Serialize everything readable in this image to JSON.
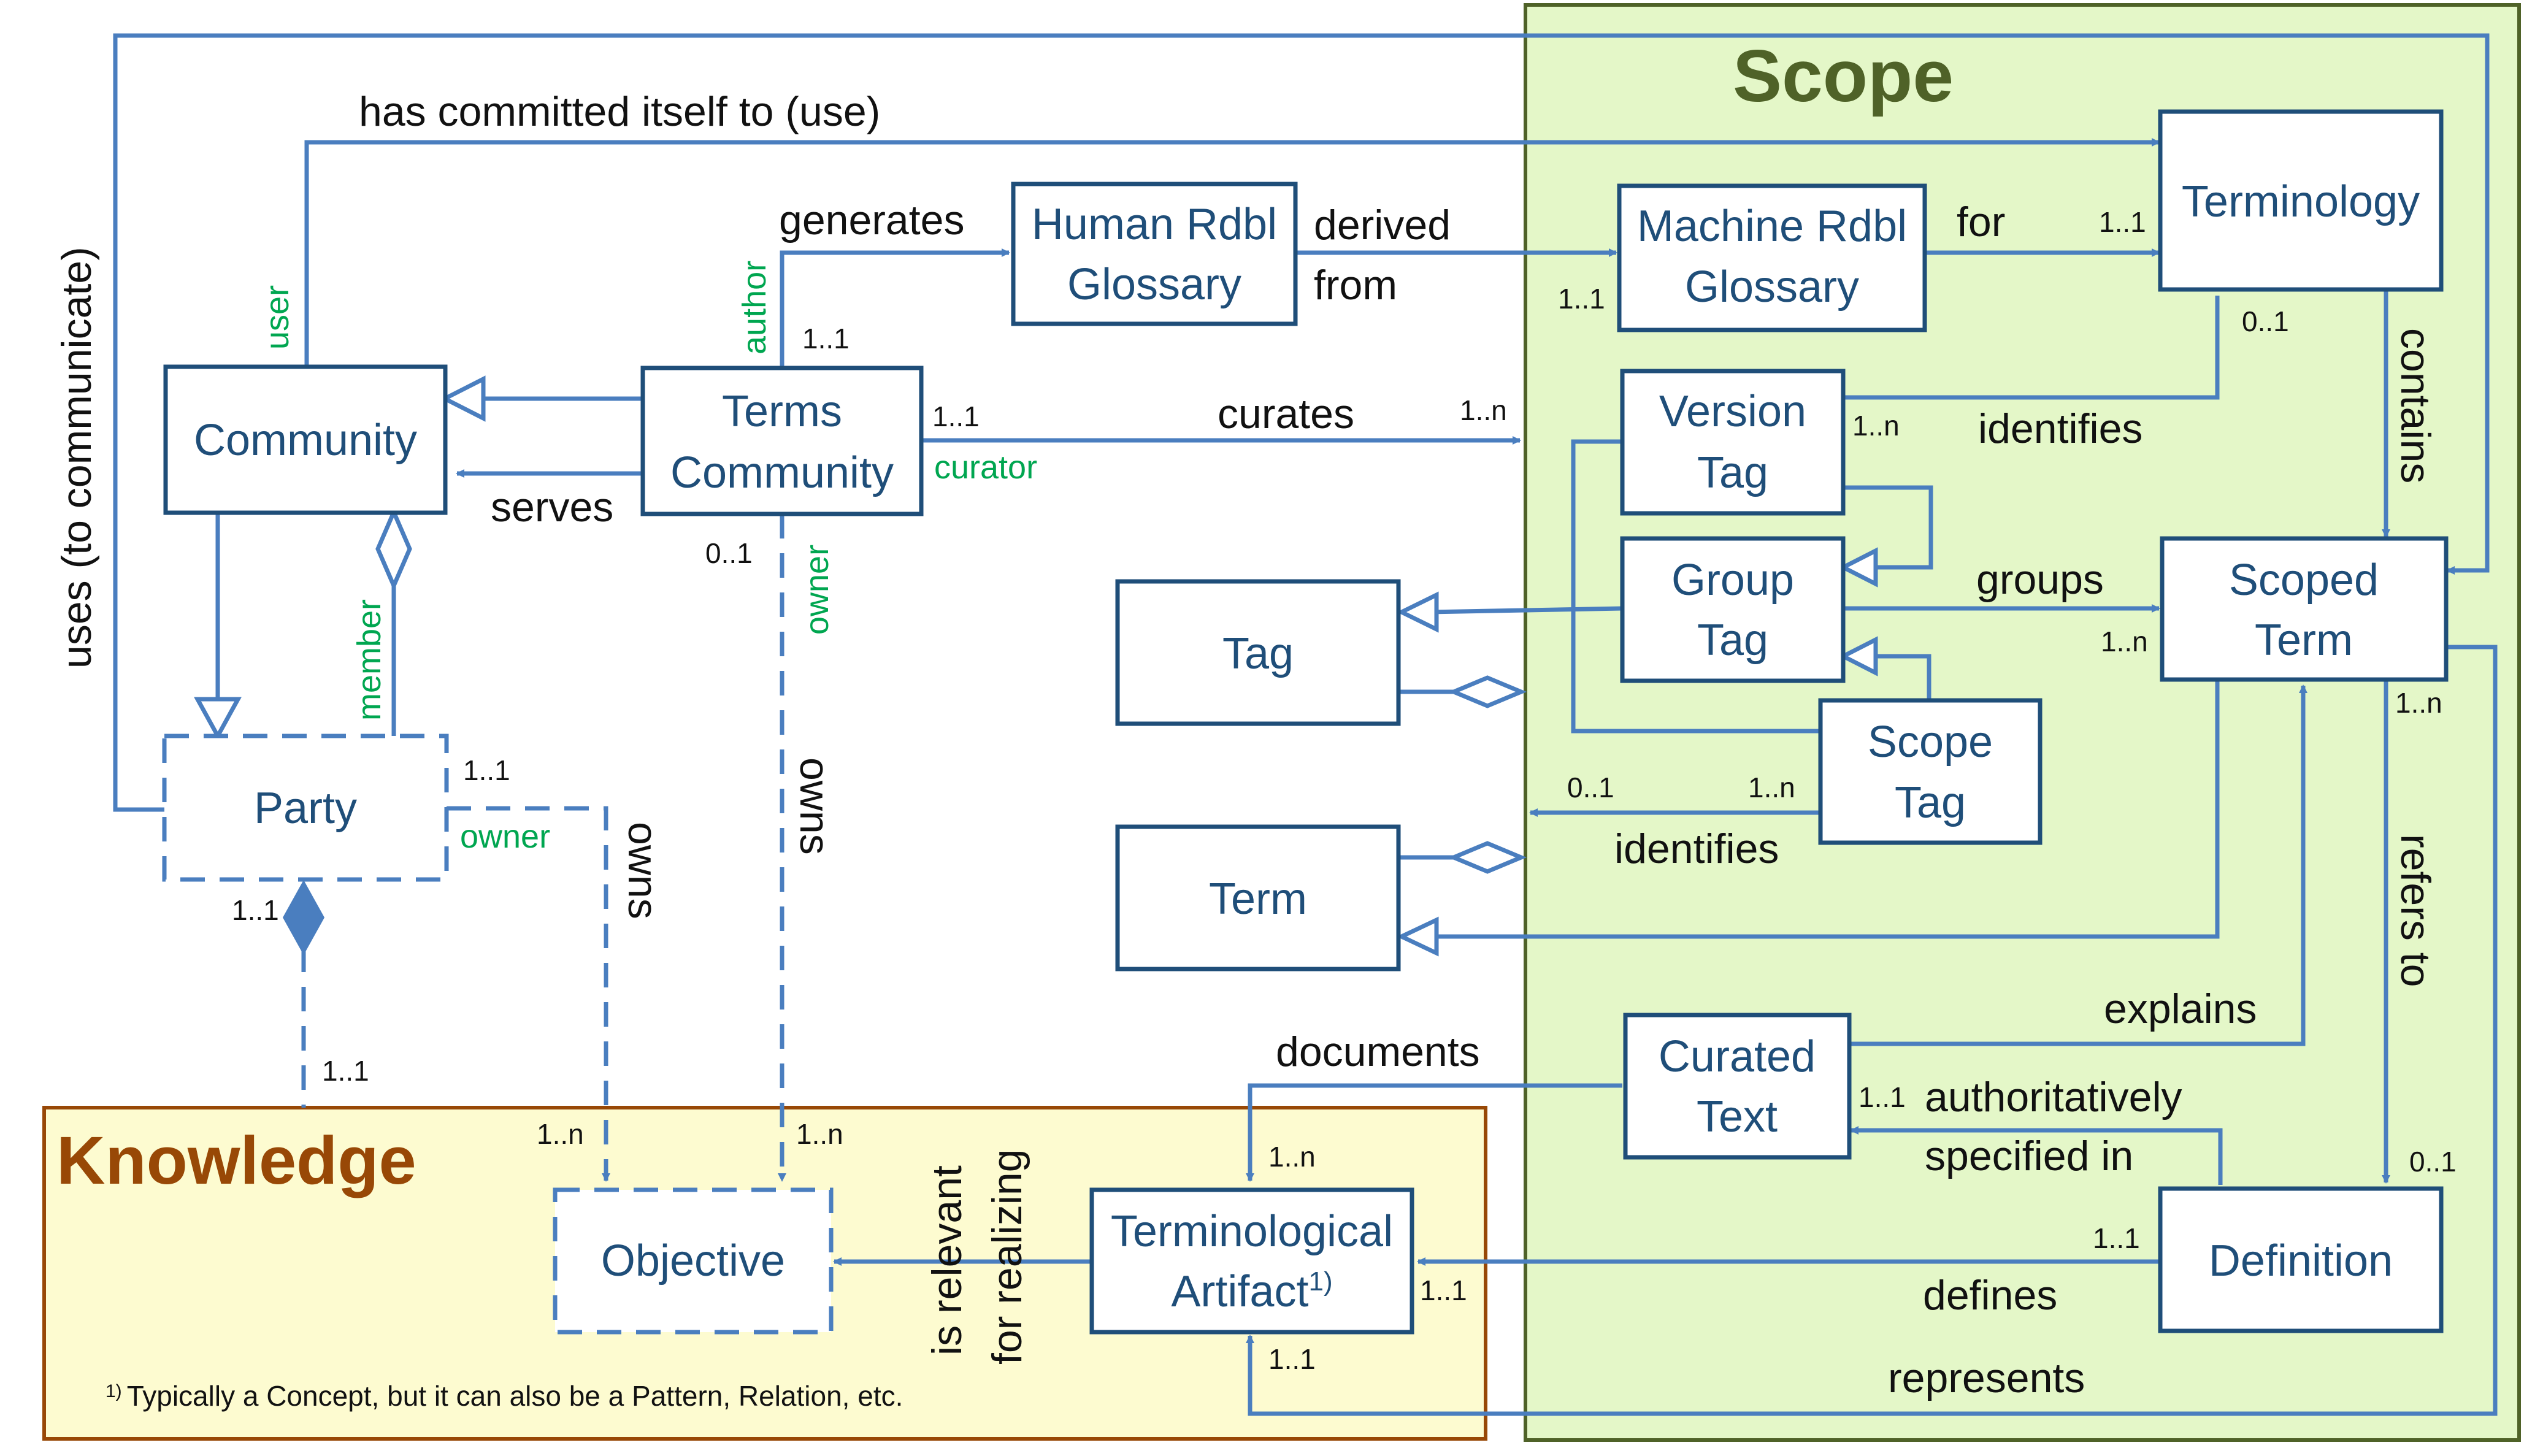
{
  "colors": {
    "box_stroke": "#1f4e79",
    "box_text": "#1f4e79",
    "line": "#4a7ebf",
    "role": "#00a650",
    "scope_fill": "#e4f7c8",
    "scope_stroke": "#4f6228",
    "scope_title": "#4f6228",
    "knowledge_fill": "#fdfbd0",
    "knowledge_stroke": "#984806",
    "knowledge_title": "#984806"
  },
  "regions": {
    "scope": "Scope",
    "knowledge": "Knowledge"
  },
  "boxes": {
    "community": "Community",
    "terms_community_1": "Terms",
    "terms_community_2": "Community",
    "party": "Party",
    "human_glossary_1": "Human Rdbl",
    "human_glossary_2": "Glossary",
    "machine_glossary_1": "Machine Rdbl",
    "machine_glossary_2": "Glossary",
    "terminology": "Terminology",
    "version_tag_1": "Version",
    "version_tag_2": "Tag",
    "group_tag_1": "Group",
    "group_tag_2": "Tag",
    "scope_tag_1": "Scope",
    "scope_tag_2": "Tag",
    "tag": "Tag",
    "term": "Term",
    "scoped_term_1": "Scoped",
    "scoped_term_2": "Term",
    "curated_text_1": "Curated",
    "curated_text_2": "Text",
    "definition": "Definition",
    "objective": "Objective",
    "artifact_1": "Terminological",
    "artifact_2": "Artifact",
    "artifact_sup": "1)"
  },
  "edges": {
    "uses": "uses (to communicate)",
    "committed": "has committed itself to (use)",
    "generates": "generates",
    "derived": "derived",
    "from": "from",
    "for": "for",
    "serves": "serves",
    "curates": "curates",
    "identifies_version": "identifies",
    "contains": "contains",
    "groups": "groups",
    "identifies_scope": "identifies",
    "refers_to": "refers to",
    "owns_party": "owns",
    "owns_tc": "owns",
    "explains": "explains",
    "documents": "documents",
    "auth_1": "authoritatively",
    "auth_2": "specified in",
    "relevant_1": "is relevant",
    "relevant_2": "for realizing",
    "defines": "defines",
    "represents": "represents"
  },
  "roles": {
    "user": "user",
    "author": "author",
    "curator": "curator",
    "owner_tc": "owner",
    "member": "member",
    "owner_party": "owner"
  },
  "multiplicities": {
    "author_1_1": "1..1",
    "tc_curator_1_1": "1..1",
    "curates_1_n": "1..n",
    "tc_owner_0_1": "0..1",
    "party_1_1": "1..1",
    "party_comp_1_1": "1..1",
    "objective_1_1": "1..1",
    "party_objective_1_n": "1..n",
    "tc_objective_1_n": "1..n",
    "machine_1_1": "1..1",
    "terminology_1_1": "1..1",
    "terminology_0_1": "0..1",
    "version_1_n": "1..n",
    "scoped_groups_1_n": "1..n",
    "scope_tag_0_1": "0..1",
    "scope_tag_1_n": "1..n",
    "scoped_refers_1_n": "1..n",
    "artifact_documents_1_n": "1..n",
    "curated_1_1": "1..1",
    "definition_0_1": "0..1",
    "definition_1_1": "1..1",
    "artifact_defines_1_1": "1..1",
    "artifact_represents_1_1": "1..1"
  },
  "footnote": {
    "mark": "1)",
    "text": "Typically a Concept, but it can also be a Pattern, Relation, etc."
  }
}
